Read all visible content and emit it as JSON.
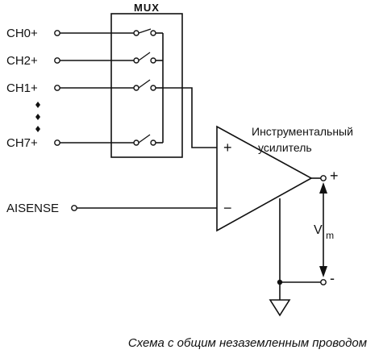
{
  "mux_label": "MUX",
  "channels": [
    "CH0+",
    "CH2+",
    "CH1+",
    "CH7+"
  ],
  "aisense_label": "AISENSE",
  "amplifier": {
    "title_line1": "Инструментальный",
    "title_line2": "усилитель",
    "plus_input": "+",
    "minus_input": "−"
  },
  "output": {
    "plus_label": "+",
    "minus_label": "-",
    "vm_main": "V",
    "vm_sub": "m"
  },
  "caption": "Схема с общим незаземленным проводом"
}
